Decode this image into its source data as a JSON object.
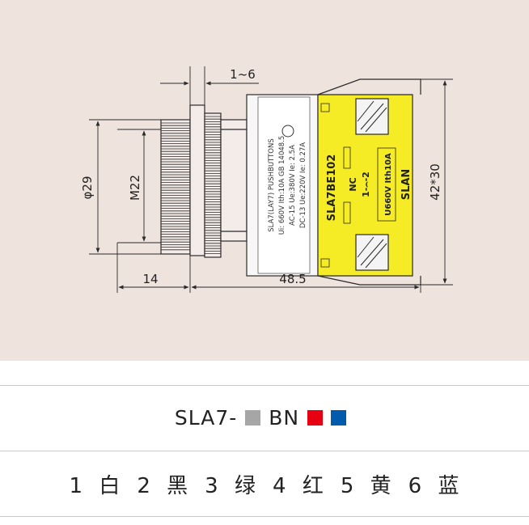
{
  "dimensions": {
    "panel_gap": "1~6",
    "diameter": "φ29",
    "thread": "M22",
    "front_length": "14",
    "body_length": "48.5",
    "body_size": "42*30"
  },
  "body_label": {
    "line1": "SLA7(LAY7) PUSHBUTTONS",
    "line2": "Ui: 660V  Ith:10A GB 14048.5",
    "line3": "AC-15 Ue:380V  Ie: 2.5A",
    "line4": "DC-13 Ue:220V  Ie: 0.27A"
  },
  "contact_block": {
    "model": "SLA7BE102",
    "contact_type": "NC",
    "terminals": "1-⌢-2",
    "rating": "U660V Ith10A",
    "brand": "SLAN"
  },
  "model_code": {
    "prefix": "SLA7-",
    "suffix": "BN",
    "swatch_colors": [
      "#a6a6a6",
      "#e60012",
      "#005bac"
    ]
  },
  "color_codes": [
    {
      "num": "1",
      "name": "白"
    },
    {
      "num": "2",
      "name": "黑"
    },
    {
      "num": "3",
      "name": "绿"
    },
    {
      "num": "4",
      "name": "红"
    },
    {
      "num": "5",
      "name": "黄"
    },
    {
      "num": "6",
      "name": "蓝"
    }
  ],
  "colors": {
    "background": "#efe3dd",
    "contact_block": "#f6ec26",
    "line": "#2a2a2a"
  }
}
